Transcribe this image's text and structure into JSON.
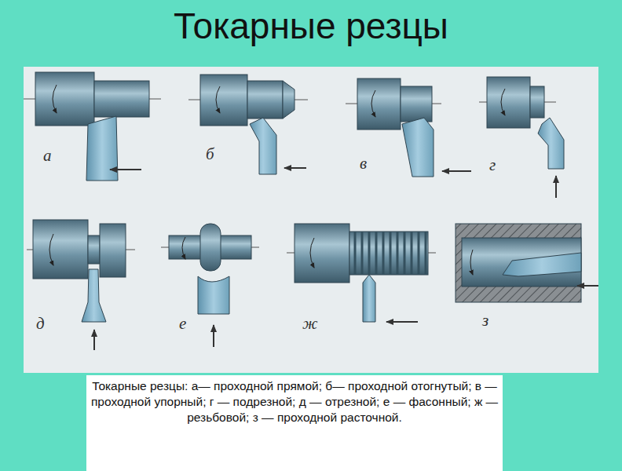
{
  "diagram": {
    "title": "Токарные резцы",
    "caption": "Токарные резцы: а— проходной прямой; б— проходной отогнутый; в — проходной упорный; г — подрезной; д — отрезной; е — фасонный; ж — резьбовой; з — проходной расточной.",
    "labels": [
      "а",
      "б",
      "в",
      "г",
      "д",
      "е",
      "ж",
      "з"
    ]
  }
}
